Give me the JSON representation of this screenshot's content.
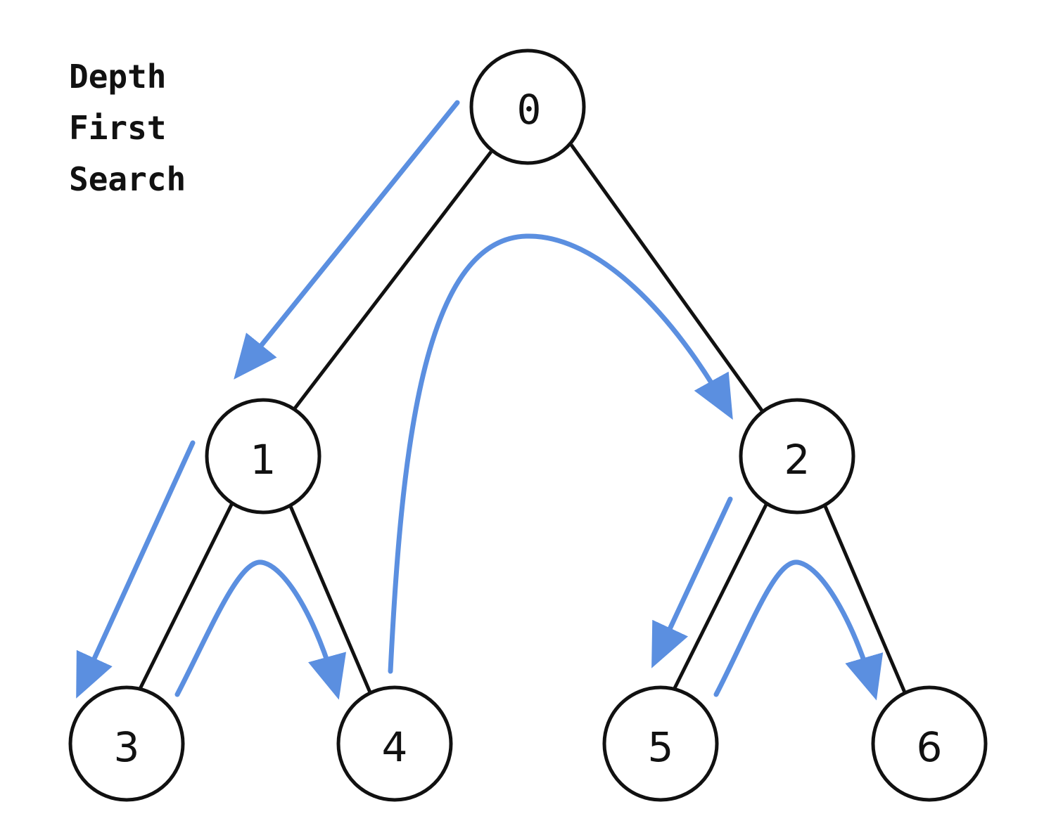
{
  "title": {
    "lines": [
      "Depth",
      "First",
      "Search"
    ]
  },
  "colors": {
    "edge": "#111111",
    "traversal_arrow": "#5b8fe0",
    "node_fill": "#ffffff"
  },
  "tree": {
    "nodes": [
      {
        "id": "n0",
        "label": "0"
      },
      {
        "id": "n1",
        "label": "1"
      },
      {
        "id": "n2",
        "label": "2"
      },
      {
        "id": "n3",
        "label": "3"
      },
      {
        "id": "n4",
        "label": "4"
      },
      {
        "id": "n5",
        "label": "5"
      },
      {
        "id": "n6",
        "label": "6"
      }
    ],
    "edges": [
      [
        "0",
        "1"
      ],
      [
        "0",
        "2"
      ],
      [
        "1",
        "3"
      ],
      [
        "1",
        "4"
      ],
      [
        "2",
        "5"
      ],
      [
        "2",
        "6"
      ]
    ]
  },
  "traversal": {
    "order": [
      "0",
      "1",
      "3",
      "4",
      "2",
      "5",
      "6"
    ]
  }
}
